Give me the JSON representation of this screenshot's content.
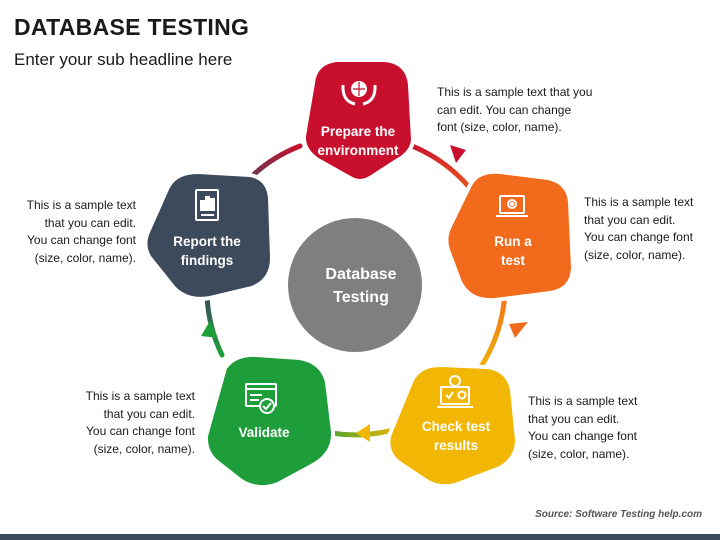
{
  "header": {
    "title": "DATABASE TESTING",
    "subtitle": "Enter your sub headline here"
  },
  "center": {
    "line1": "Database",
    "line2": "Testing"
  },
  "steps": [
    {
      "line1": "Prepare the",
      "line2": "environment",
      "color": "#c8102e",
      "icon": "globe-hands-icon",
      "note": [
        "This is a sample text that you",
        "can edit. You can change",
        "font (size, color, name)."
      ]
    },
    {
      "line1": "Run a",
      "line2": "test",
      "color": "#f26a1b",
      "icon": "laptop-gear-icon",
      "note": [
        "This is a sample text",
        "that you can edit.",
        "You can change font",
        "(size, color, name)."
      ]
    },
    {
      "line1": "Check test",
      "line2": "results",
      "color": "#f2b705",
      "icon": "check-results-icon",
      "note": [
        "This is a sample text",
        "that you can edit.",
        "You can change font",
        "(size, color, name)."
      ]
    },
    {
      "line1": "Validate",
      "line2": "",
      "color": "#1e9e3a",
      "icon": "validate-window-icon",
      "note": [
        "This is a sample text",
        "that you can edit.",
        "You can change font",
        "(size, color, name)."
      ]
    },
    {
      "line1": "Report the",
      "line2": "findings",
      "color": "#3c4a5c",
      "icon": "report-chart-icon",
      "note": [
        "This is a sample text",
        "that you can edit.",
        "You can change font",
        "(size, color, name)."
      ]
    }
  ],
  "footer": {
    "source": "Source: Software Testing help.com"
  },
  "colors": {
    "center_circle": "#7f7f7f",
    "bottom_bar": "#3c4a5c"
  }
}
